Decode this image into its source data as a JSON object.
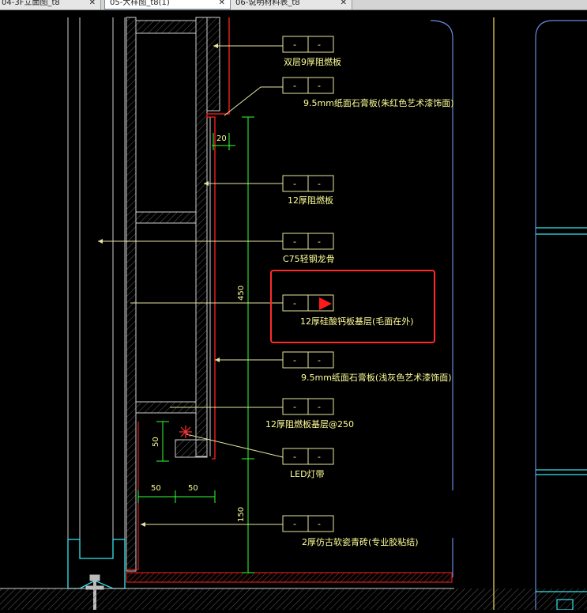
{
  "tabs": [
    {
      "label": "04-3F立面图_t8",
      "active": false
    },
    {
      "label": "05-大样图_t8(1)",
      "active": true
    },
    {
      "label": "06-说明材料表_t8",
      "active": false
    }
  ],
  "tags": [
    {
      "c1": "-",
      "c2": "-",
      "label": "双层9厚阻燃板"
    },
    {
      "c1": "-",
      "c2": "-",
      "label": "9.5mm纸面石膏板(朱红色艺术漆饰面)"
    },
    {
      "c1": "-",
      "c2": "-",
      "label": "12厚阻燃板"
    },
    {
      "c1": "-",
      "c2": "-",
      "label": "C75轻钢龙骨"
    },
    {
      "c1": "-",
      "c2": "",
      "label": "12厚硅酸钙板基层(毛面在外)"
    },
    {
      "c1": "-",
      "c2": "-",
      "label": "9.5mm纸面石膏板(浅灰色艺术漆饰面)"
    },
    {
      "c1": "-",
      "c2": "-",
      "label": "12厚阻燃板基层@250"
    },
    {
      "c1": "-",
      "c2": "-",
      "label": "LED灯带"
    },
    {
      "c1": "-",
      "c2": "-",
      "label": "2厚仿古软瓷青砖(专业胶粘结)"
    }
  ],
  "dims": {
    "d20": "20",
    "d450": "450",
    "d50v": "50",
    "d50a": "50",
    "d50b": "50",
    "d150": "150"
  },
  "colors": {
    "background": "#000000",
    "text": "#ffff99",
    "leader": "#e6e6a0",
    "dim": "#33ff33",
    "red": "#ff2222",
    "cyan": "#33e6f0",
    "frame": "#6a8ae0",
    "outline": "#cfcfcf",
    "highlight": "#ff2a2a"
  },
  "icons": {
    "close": "close-icon",
    "cursor": "red-triangle-cursor-icon",
    "led": "led-starburst-icon"
  }
}
